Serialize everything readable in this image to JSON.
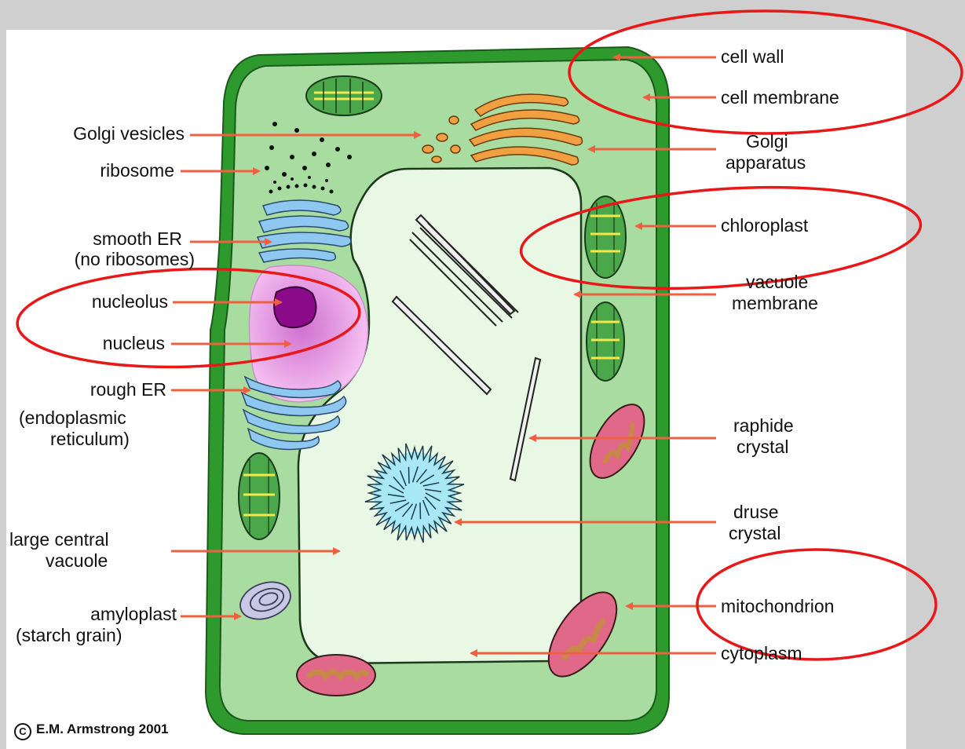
{
  "labels": {
    "cell_wall": "cell wall",
    "cell_membrane": "cell membrane",
    "golgi_vesicles": "Golgi vesicles",
    "golgi_apparatus_1": "Golgi",
    "golgi_apparatus_2": "apparatus",
    "ribosome": "ribosome",
    "smooth_er_1": "smooth ER",
    "smooth_er_2": "(no ribosomes)",
    "chloroplast": "chloroplast",
    "vacuole_membrane_1": "vacuole",
    "vacuole_membrane_2": "membrane",
    "nucleolus": "nucleolus",
    "nucleus": "nucleus",
    "rough_er_1": "rough ER",
    "rough_er_2": "(endoplasmic",
    "rough_er_3": "reticulum)",
    "raphide_1": "raphide",
    "raphide_2": "crystal",
    "druse_1": "druse",
    "druse_2": "crystal",
    "vacuole_1": "large central",
    "vacuole_2": "vacuole",
    "mitochondrion": "mitochondrion",
    "amyloplast_1": "amyloplast",
    "amyloplast_2": "(starch grain)",
    "cytoplasm": "cytoplasm"
  },
  "credit": {
    "symbol": "C",
    "text": "E.M. Armstrong 2001"
  },
  "colors": {
    "background": "#cfcfcf",
    "panel": "#ffffff",
    "cell_wall": "#2e9a2e",
    "cytoplasm": "#a8dca0",
    "vacuole": "#e8f8e4",
    "nucleus": "#f0a8e8",
    "nucleolus": "#8a0a8a",
    "er": "#8ec8f0",
    "golgi": "#f0a040",
    "chloroplast": "#4aa84a",
    "chloroplast_grana": "#f4e84a",
    "mitochondrion": "#e06888",
    "mito_inner": "#c88848",
    "druse": "#a8e8f4",
    "amyloplast": "#c8c8e4",
    "arrow": "#f06040",
    "highlight_circle": "#e81818"
  },
  "icons": [
    "copyright-icon"
  ]
}
